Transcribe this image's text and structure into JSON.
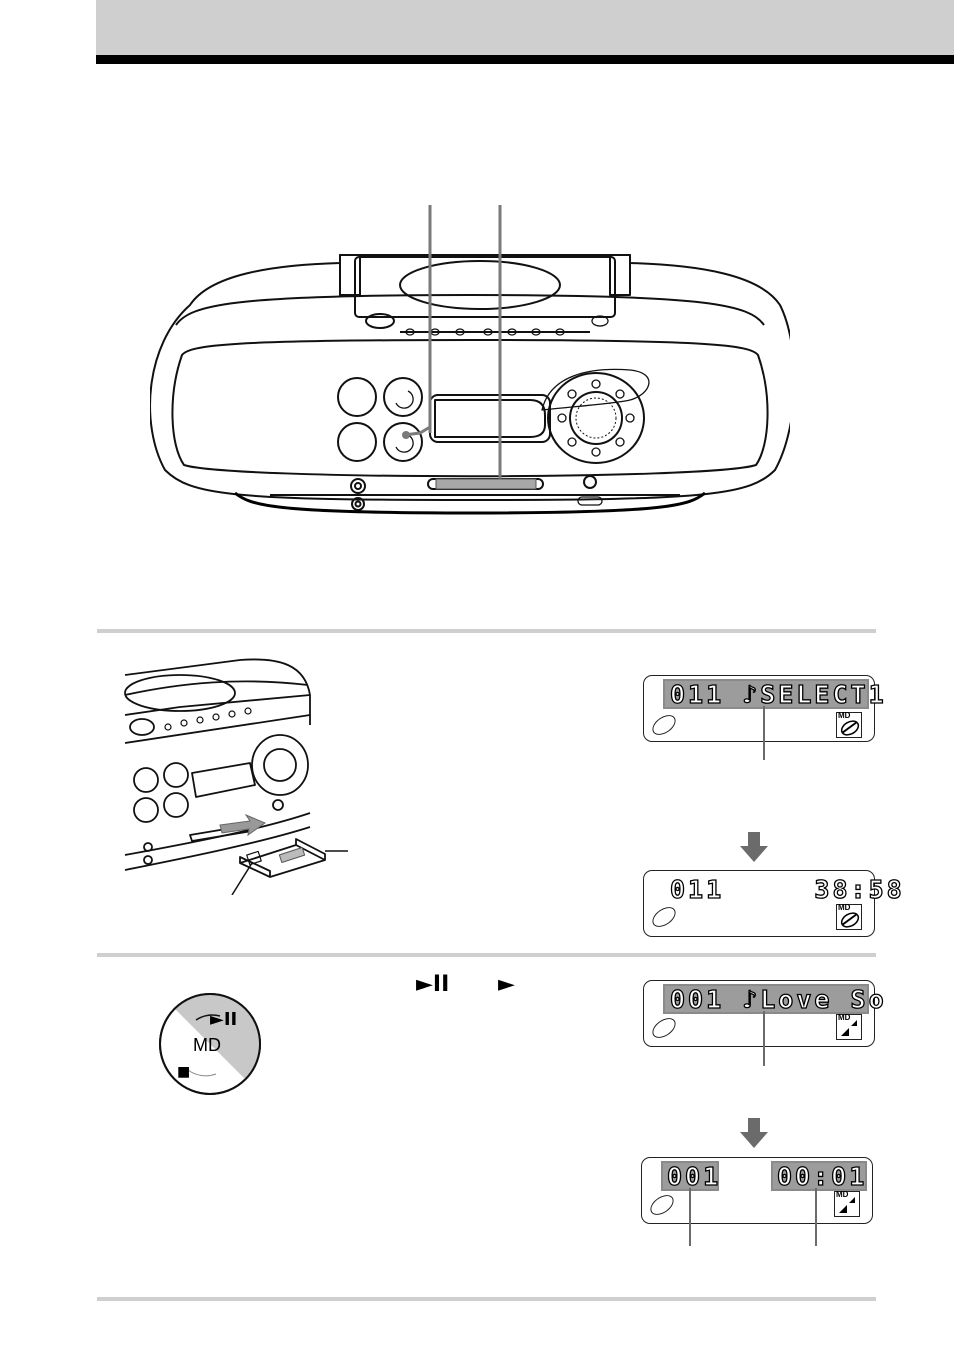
{
  "lcd_panels": [
    {
      "text": "011 ♪SELECT1",
      "badge": "MD"
    },
    {
      "text": "011     38:58",
      "badge": "MD"
    },
    {
      "text": "001 ♪Love So",
      "badge": "MD"
    },
    {
      "track": "001",
      "time": "00:01",
      "badge": "MD"
    }
  ],
  "step2": {
    "play_pause_symbol": "►II",
    "play_symbol": "►",
    "dial_label": "MD",
    "dial_play_symbol": "►II",
    "dial_stop_symbol": "■"
  },
  "icons": [
    "disc-icon",
    "md-disc-icon",
    "arrow-down-icon",
    "play-pause-icon",
    "play-icon",
    "stop-icon"
  ]
}
